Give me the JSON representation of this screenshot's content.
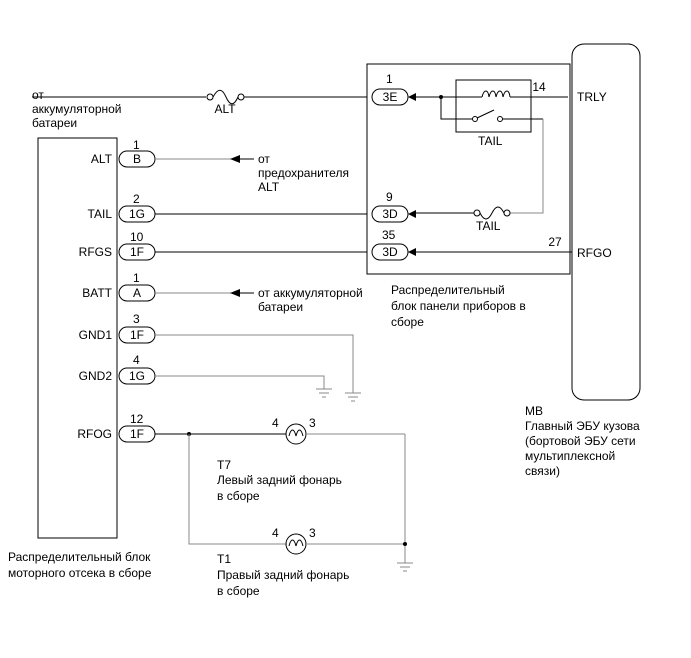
{
  "battery_source": [
    "от",
    "аккумуляторной",
    "батареи"
  ],
  "fuses": {
    "alt": "ALT",
    "tail": "TAIL"
  },
  "relay": {
    "label": "TAIL"
  },
  "engine_block": {
    "caption": [
      "Распределительный блок",
      "моторного отсека в сборе"
    ],
    "pins": [
      {
        "name": "ALT",
        "num": "1",
        "conn": "B"
      },
      {
        "name": "TAIL",
        "num": "2",
        "conn": "1G"
      },
      {
        "name": "RFGS",
        "num": "10",
        "conn": "1F"
      },
      {
        "name": "BATT",
        "num": "1",
        "conn": "A"
      },
      {
        "name": "GND1",
        "num": "3",
        "conn": "1F"
      },
      {
        "name": "GND2",
        "num": "4",
        "conn": "1G"
      },
      {
        "name": "RFOG",
        "num": "12",
        "conn": "1F"
      }
    ]
  },
  "alt_fuse_source": [
    "от",
    "предохранителя",
    "ALT"
  ],
  "battery_source_2": [
    "от аккумуляторной",
    "батареи"
  ],
  "panel_block": {
    "caption": [
      "Распределительный",
      "блок панели приборов в",
      "сборе"
    ],
    "pins": [
      {
        "num": "1",
        "conn": "3E"
      },
      {
        "num": "9",
        "conn": "3D"
      },
      {
        "num": "35",
        "conn": "3D"
      }
    ]
  },
  "body_ecu": {
    "code": "MB",
    "caption": [
      "Главный ЭБУ кузова",
      "(бортовой ЭБУ сети",
      "мультиплексной",
      "связи)"
    ],
    "pins": [
      {
        "name": "TRLY",
        "num": "14"
      },
      {
        "name": "RFGO",
        "num": "27"
      }
    ]
  },
  "lamps": [
    {
      "code": "T7",
      "caption": [
        "Левый задний фонарь",
        "в сборе"
      ],
      "pin_in": "4",
      "pin_out": "3"
    },
    {
      "code": "T1",
      "caption": [
        "Правый задний фонарь",
        "в сборе"
      ],
      "pin_in": "4",
      "pin_out": "3"
    }
  ]
}
